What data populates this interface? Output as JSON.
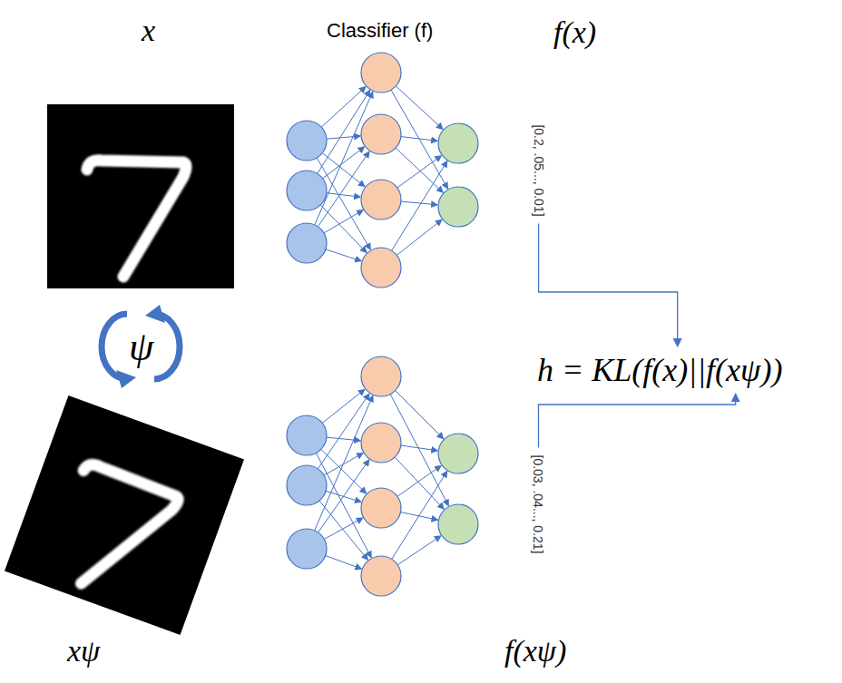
{
  "diagram": {
    "nodes": [
      {
        "text": [
          "[0.2, .05..., 0.01]"
        ]
      },
      {
        "text": [
          "h = KL(f(x)||f(xψ))"
        ]
      },
      {
        "text": [
          "[0.03, .04..., 0.21]"
        ]
      }
    ],
    "edges": [
      {
        "from": 0,
        "to": 1,
        "arrow": "to"
      },
      {
        "from": 2,
        "to": 1,
        "arrow": "to"
      }
    ],
    "labels": [
      "x",
      "Classifier (f)",
      "f(x)",
      "ψ",
      "xψ",
      "f(xψ)"
    ]
  }
}
